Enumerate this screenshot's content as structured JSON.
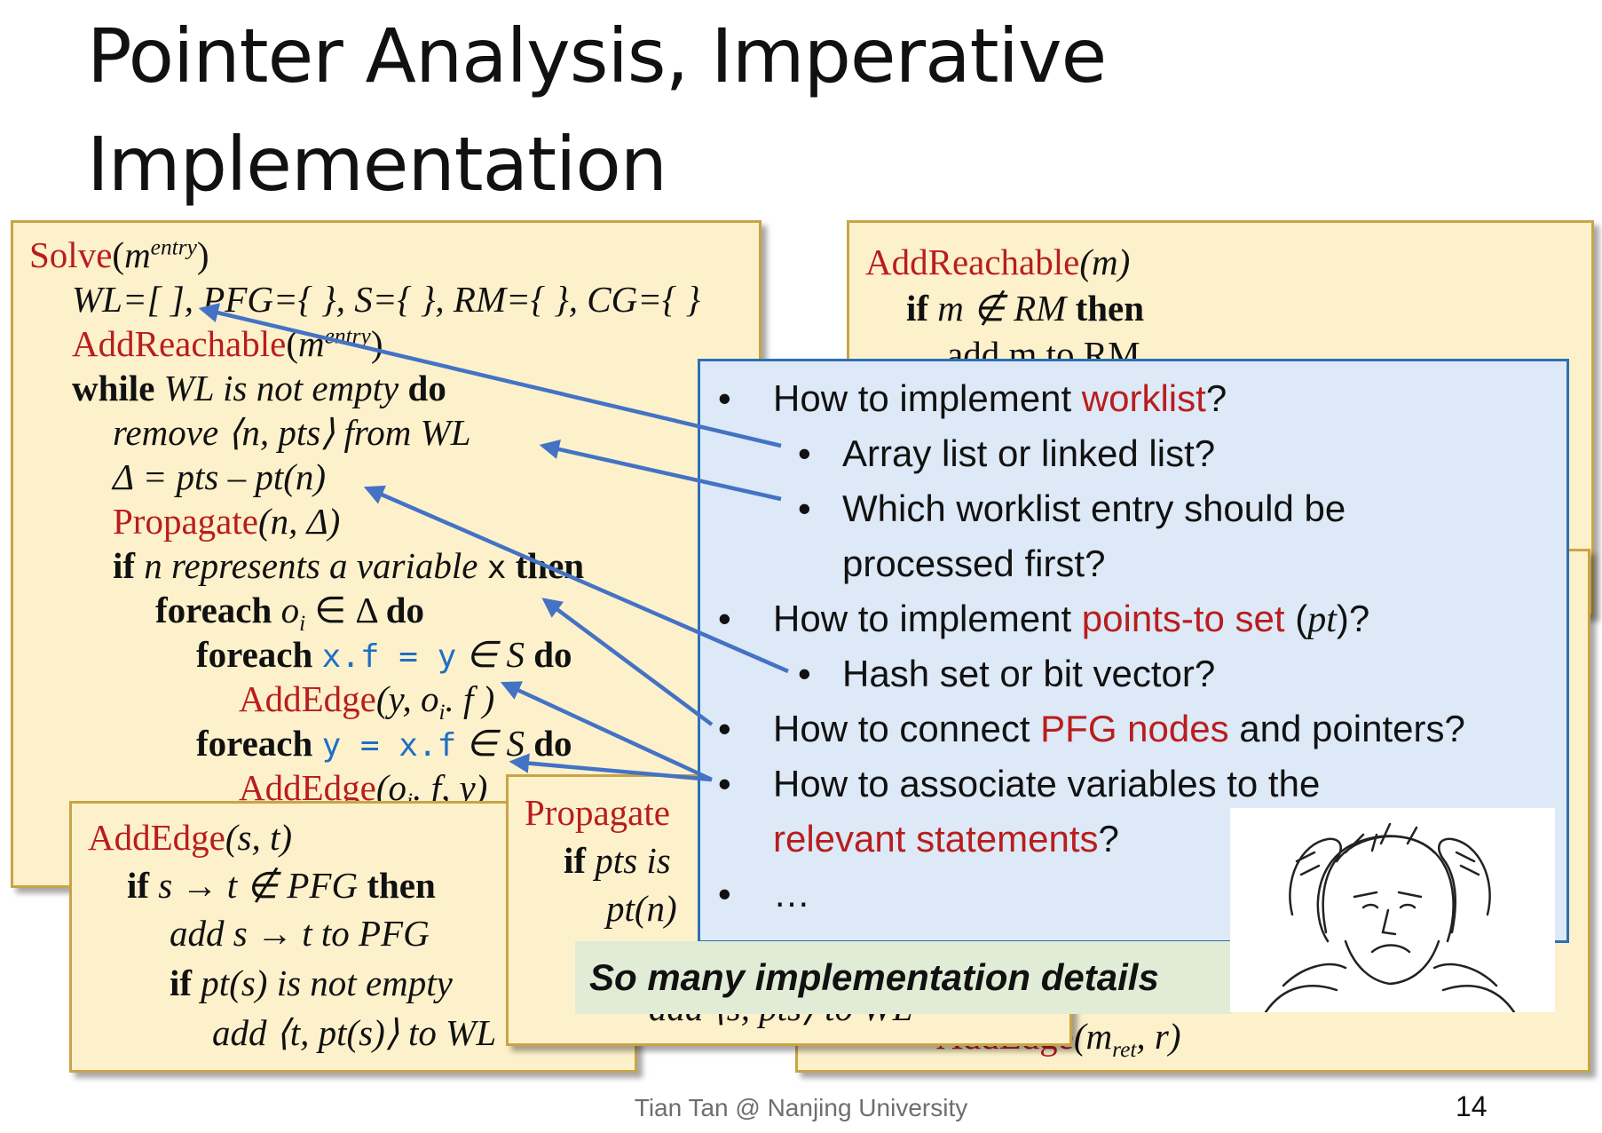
{
  "title": {
    "line1": "Pointer Analysis, Imperative",
    "line2": "Implementation"
  },
  "solve_box": {
    "l1_name": "Solve",
    "l1_arg": "m",
    "l1_sup": "entry",
    "l2": "WL=[ ], PFG={ }, S={ }, RM={ }, CG={ }",
    "l3_name": "AddReachable",
    "l3_arg": "m",
    "l3_sup": "entry",
    "l4_kw1": "while",
    "l4_mid": " WL is not empty ",
    "l4_kw2": "do",
    "l5": "remove ⟨n, pts⟩ from WL",
    "l6": "Δ = pts – pt(n)",
    "l7_name": "Propagate",
    "l7_args": "(n, Δ)",
    "l8_kw1": "if",
    "l8_mid": " n represents a variable ",
    "l8_var": "x",
    "l8_kw2": "then",
    "l9_kw1": "foreach",
    "l9_mid": " o",
    "l9_sub": "i",
    "l9_tail": " ∈ Δ ",
    "l9_kw2": "do",
    "l10_kw1": "foreach",
    "l10_code": "x.f = y",
    "l10_tail": " ∈ S ",
    "l10_kw2": "do",
    "l11_name": "AddEdge",
    "l11_args": "(y, o",
    "l11_sub": "i",
    "l11_tail": ". f )",
    "l12_kw1": "foreach",
    "l12_code": "y = x.f",
    "l12_tail": " ∈ S ",
    "l12_kw2": "do",
    "l13_name": "AddEdge",
    "l13_args": "(o",
    "l13_tail": ". f, y)"
  },
  "addreachable_box": {
    "l1_name": "AddReachable",
    "l1_args": "(m)",
    "l2_kw1": "if",
    "l2_mid": " m ∉ RM ",
    "l2_kw2": "then",
    "l3": "add m to RM"
  },
  "addedge_box": {
    "l1_name": "AddEdge",
    "l1_args": "(s, t)",
    "l2_kw1": "if",
    "l2_mid": " s → t ∉ PFG ",
    "l2_kw2": "then",
    "l3": "add s → t to PFG",
    "l4_kw1": "if",
    "l4_mid": " pt(s) is not empty",
    "l5": "add ⟨t, pt(s)⟩ to WL"
  },
  "propagate_box": {
    "l1_name": "Propagate",
    "l2_kw1": "if",
    "l2_mid": " pts is",
    "l3": "pt(n)",
    "l4": "add ⟨s, pts⟩ to WL"
  },
  "right_box": {
    "l1_name": "AddEdge",
    "l1_args": "(m",
    "l1_sub": "ret",
    "l1_tail": ", r)"
  },
  "callout": {
    "b1_pre": "How to implement ",
    "b1_red": "worklist",
    "b1_post": "?",
    "b1a": "Array list or linked list?",
    "b1b_1": "Which worklist entry should be",
    "b1b_2": "processed first?",
    "b2_pre": "How to implement ",
    "b2_red": "points-to set",
    "b2_mid": " (",
    "b2_it": "pt",
    "b2_post": ")?",
    "b2a": "Hash set or bit vector?",
    "b3_pre": "How to connect ",
    "b3_red": "PFG nodes",
    "b3_post": " and pointers?",
    "b4_1": "How to associate variables to the",
    "b4_red": "relevant statements",
    "b4_post": "?",
    "b5": "…"
  },
  "green_note": "So many implementation details",
  "meme_icon": "head-in-hands-meme-icon",
  "footer": "Tian Tan @ Nanjing University",
  "page_number": "14",
  "colors": {
    "code_box_bg": "#fdf1cc",
    "code_box_border": "#c9a447",
    "callout_bg": "#dde9f6",
    "callout_border": "#2e6fb4",
    "arrow": "#4472c4",
    "accent_red": "#b91d1d",
    "note_bg": "#e1ecd6"
  }
}
